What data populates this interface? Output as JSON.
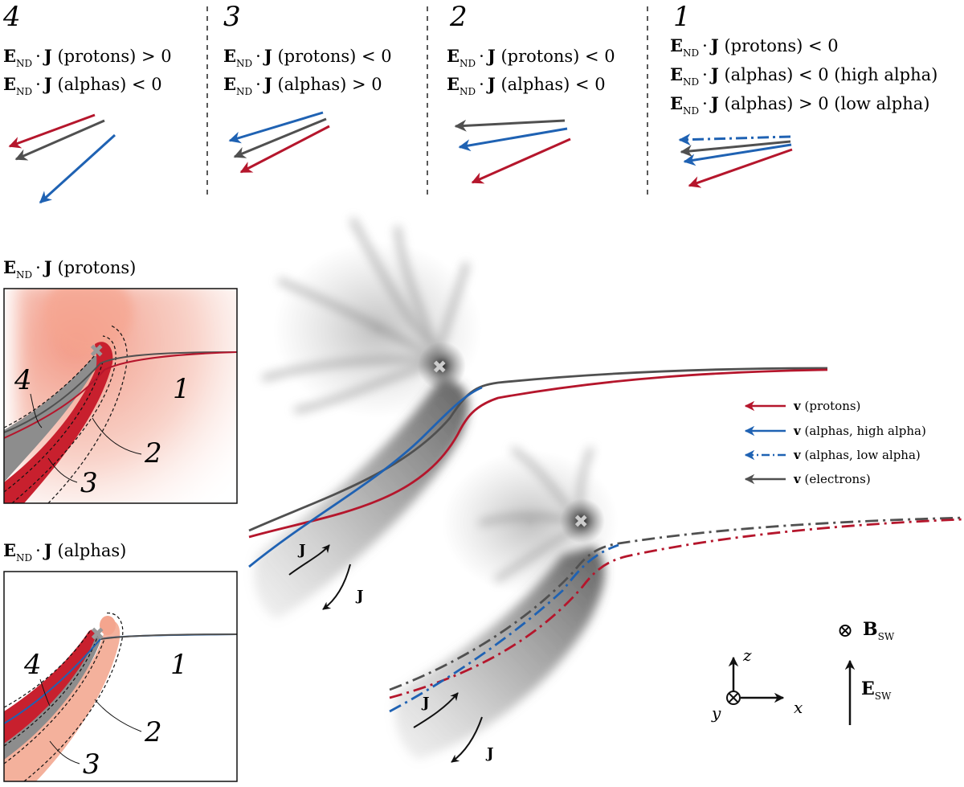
{
  "colors": {
    "protons": "#b5162c",
    "alphas": "#1f62b3",
    "electrons": "#505050",
    "inset_red_light": "#f4b6a6",
    "inset_red_dark": "#c8202e",
    "inset_grey": "#8a8a8a"
  },
  "columns": [
    {
      "num": "4",
      "lines": [
        {
          "b1": "E",
          "sub": "ND",
          "dot": "·",
          "b2": "J",
          "rest": " (protons) > 0"
        },
        {
          "b1": "E",
          "sub": "ND",
          "dot": "·",
          "b2": "J",
          "rest": " (alphas) < 0"
        }
      ]
    },
    {
      "num": "3",
      "lines": [
        {
          "b1": "E",
          "sub": "ND",
          "dot": "·",
          "b2": "J",
          "rest": " (protons) < 0"
        },
        {
          "b1": "E",
          "sub": "ND",
          "dot": "·",
          "b2": "J",
          "rest": " (alphas) > 0"
        }
      ]
    },
    {
      "num": "2",
      "lines": [
        {
          "b1": "E",
          "sub": "ND",
          "dot": "·",
          "b2": "J",
          "rest": " (protons) < 0"
        },
        {
          "b1": "E",
          "sub": "ND",
          "dot": "·",
          "b2": "J",
          "rest": " (alphas) < 0"
        }
      ]
    },
    {
      "num": "1",
      "lines": [
        {
          "b1": "E",
          "sub": "ND",
          "dot": "·",
          "b2": "J",
          "rest": " (protons) < 0"
        },
        {
          "b1": "E",
          "sub": "ND",
          "dot": "·",
          "b2": "J",
          "rest": " (alphas) < 0 (high alpha)"
        },
        {
          "b1": "E",
          "sub": "ND",
          "dot": "·",
          "b2": "J",
          "rest": " (alphas) > 0 (low alpha)"
        }
      ]
    }
  ],
  "inset_protons": {
    "title": {
      "b1": "E",
      "sub": "ND",
      "dot": "·",
      "b2": "J",
      "rest": " (protons)"
    },
    "regions": [
      "4",
      "1",
      "2",
      "3"
    ]
  },
  "inset_alphas": {
    "title": {
      "b1": "E",
      "sub": "ND",
      "dot": "·",
      "b2": "J",
      "rest": " (alphas)"
    },
    "regions": [
      "4",
      "1",
      "2",
      "3"
    ]
  },
  "legend": [
    {
      "v": "v",
      "rest": " (protons)",
      "key": "protons",
      "dash": false
    },
    {
      "v": "v",
      "rest": " (alphas, high alpha)",
      "key": "alphas",
      "dash": false
    },
    {
      "v": "v",
      "rest": " (alphas, low alpha)",
      "key": "alphas",
      "dash": true
    },
    {
      "v": "v",
      "rest": " (electrons)",
      "key": "electrons",
      "dash": false
    }
  ],
  "current_label": "J",
  "axes": {
    "z": "z",
    "x": "x",
    "y": "y"
  },
  "field_B": {
    "b": "B",
    "sub": "SW",
    "symbol": "⊗"
  },
  "field_E": {
    "b": "E",
    "sub": "SW"
  }
}
